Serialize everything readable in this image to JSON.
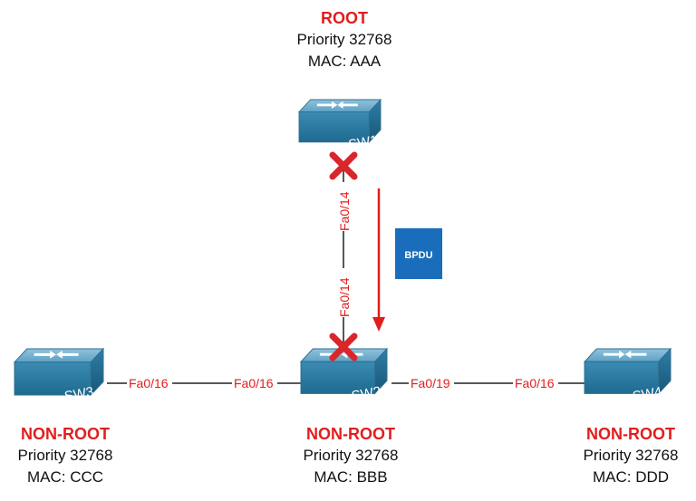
{
  "switches": {
    "sw1": {
      "name": "SW1",
      "role": "ROOT",
      "priority": "Priority 32768",
      "mac": "MAC: AAA"
    },
    "sw2": {
      "name": "SW2",
      "role": "NON-ROOT",
      "priority": "Priority 32768",
      "mac": "MAC: BBB"
    },
    "sw3": {
      "name": "SW3",
      "role": "NON-ROOT",
      "priority": "Priority 32768",
      "mac": "MAC: CCC"
    },
    "sw4": {
      "name": "SW4",
      "role": "NON-ROOT",
      "priority": "Priority 32768",
      "mac": "MAC: DDD"
    }
  },
  "links": {
    "sw1_sw2": {
      "a_port": "Fa0/14",
      "b_port": "Fa0/14",
      "blocked": true
    },
    "sw3_sw2": {
      "a_port": "Fa0/16",
      "b_port": "Fa0/16"
    },
    "sw2_sw4": {
      "a_port": "Fa0/19",
      "b_port": "Fa0/16"
    }
  },
  "bpdu": {
    "label": "BPDU",
    "color": "#1a6dbb"
  },
  "colors": {
    "accent_red": "#e21d1d",
    "switch_body": "#2e7fa6"
  }
}
